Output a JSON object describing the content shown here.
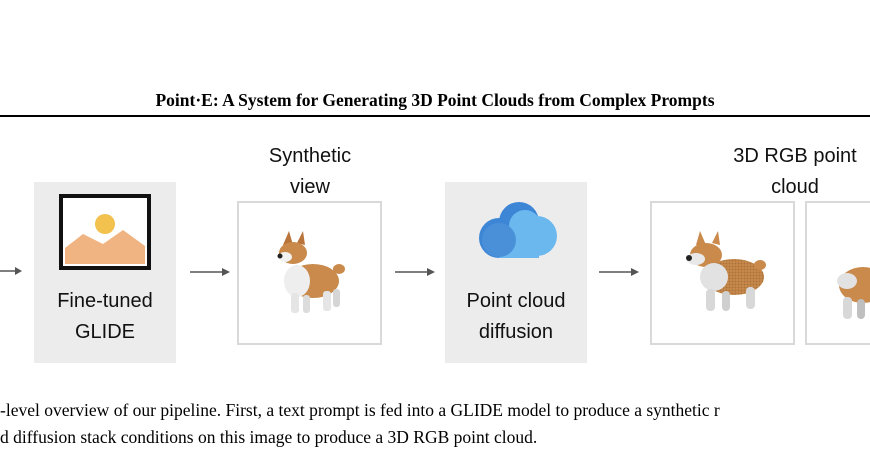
{
  "paper": {
    "running_head": "Point·E: A System for Generating 3D Point Clouds from Complex Prompts"
  },
  "figure": {
    "stages": {
      "glide_label_line1": "Fine-tuned",
      "glide_label_line2": "GLIDE",
      "synthetic_view_label_line1": "Synthetic",
      "synthetic_view_label_line2": "view",
      "diffusion_label_line1": "Point cloud",
      "diffusion_label_line2": "diffusion",
      "pointcloud_label_line1": "3D RGB point",
      "pointcloud_label_line2": "cloud"
    },
    "icons": [
      "image-icon",
      "cloud-icon",
      "arrow-right-icon"
    ],
    "colors": {
      "panel_gray": "#ececec",
      "cloud_blue": "#4a90d9",
      "image_sun": "#f2c14e",
      "image_mountain": "#f0b482",
      "corgi_orange": "#c98a4b"
    }
  },
  "caption": {
    "line1": "-level overview of our pipeline. First, a text prompt is fed into a GLIDE model to produce a synthetic r",
    "line2": "d diffusion stack conditions on this image to produce a 3D RGB point cloud."
  }
}
